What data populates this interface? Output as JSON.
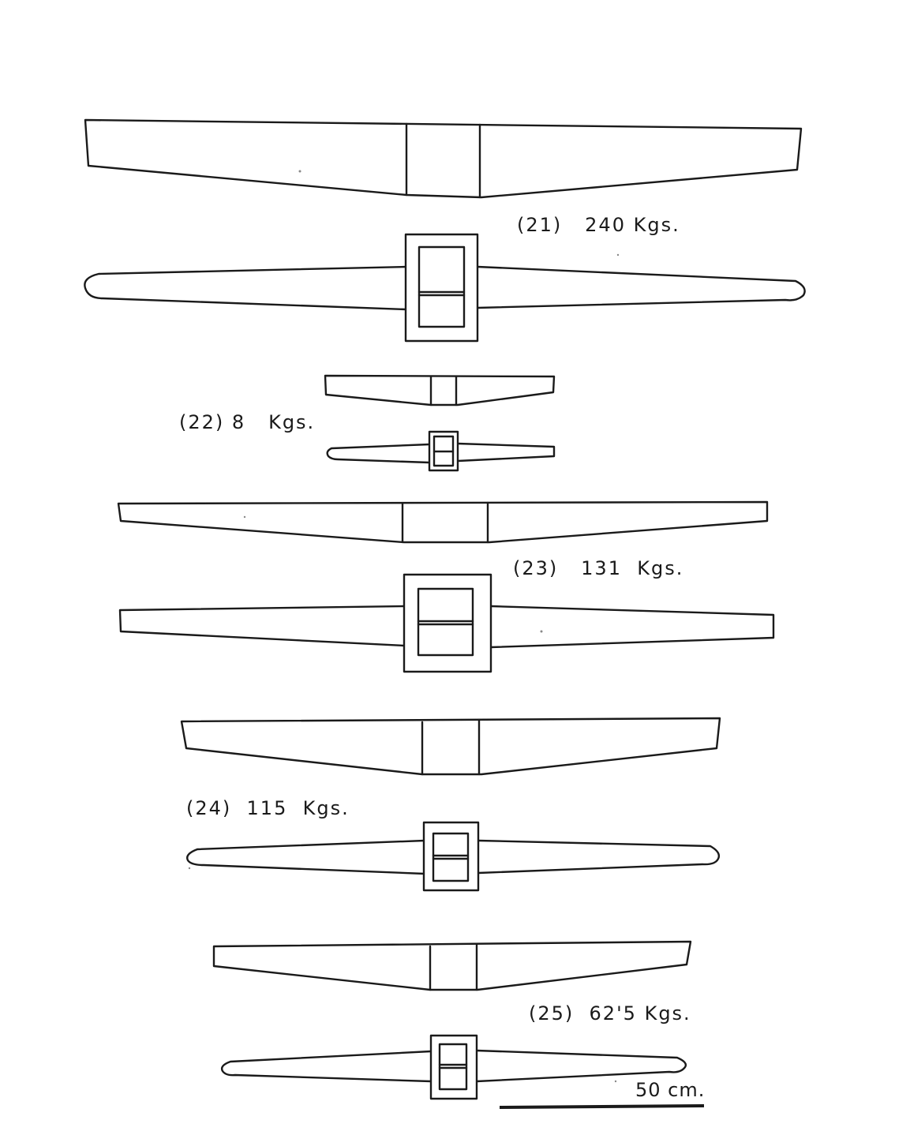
{
  "items": [
    {
      "number": "(21)",
      "weight": "240",
      "unit": "Kgs."
    },
    {
      "number": "(22)",
      "weight": "8",
      "unit": "Kgs."
    },
    {
      "number": "(23)",
      "weight": "131",
      "unit": "Kgs."
    },
    {
      "number": "(24)",
      "weight": "115",
      "unit": "Kgs."
    },
    {
      "number": "(25)",
      "weight": "62'5",
      "unit": "Kgs."
    }
  ],
  "scale": {
    "label": "50 cm."
  },
  "colors": {
    "ink": "#1a1a1a",
    "paper": "#ffffff"
  }
}
